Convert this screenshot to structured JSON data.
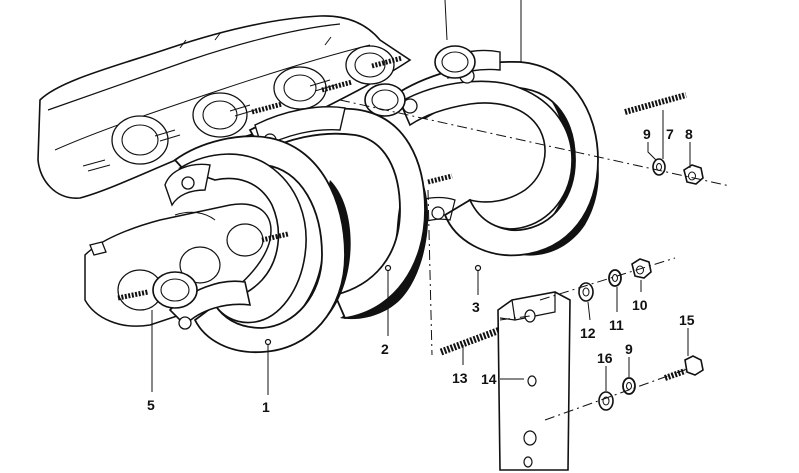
{
  "callouts": {
    "c1": "1",
    "c2": "2",
    "c3": "3",
    "c5": "5",
    "c7": "7",
    "c8": "8",
    "c9a": "9",
    "c9b": "9",
    "c10": "10",
    "c11": "11",
    "c12": "12",
    "c13": "13",
    "c14": "14",
    "c15": "15",
    "c16": "16"
  }
}
